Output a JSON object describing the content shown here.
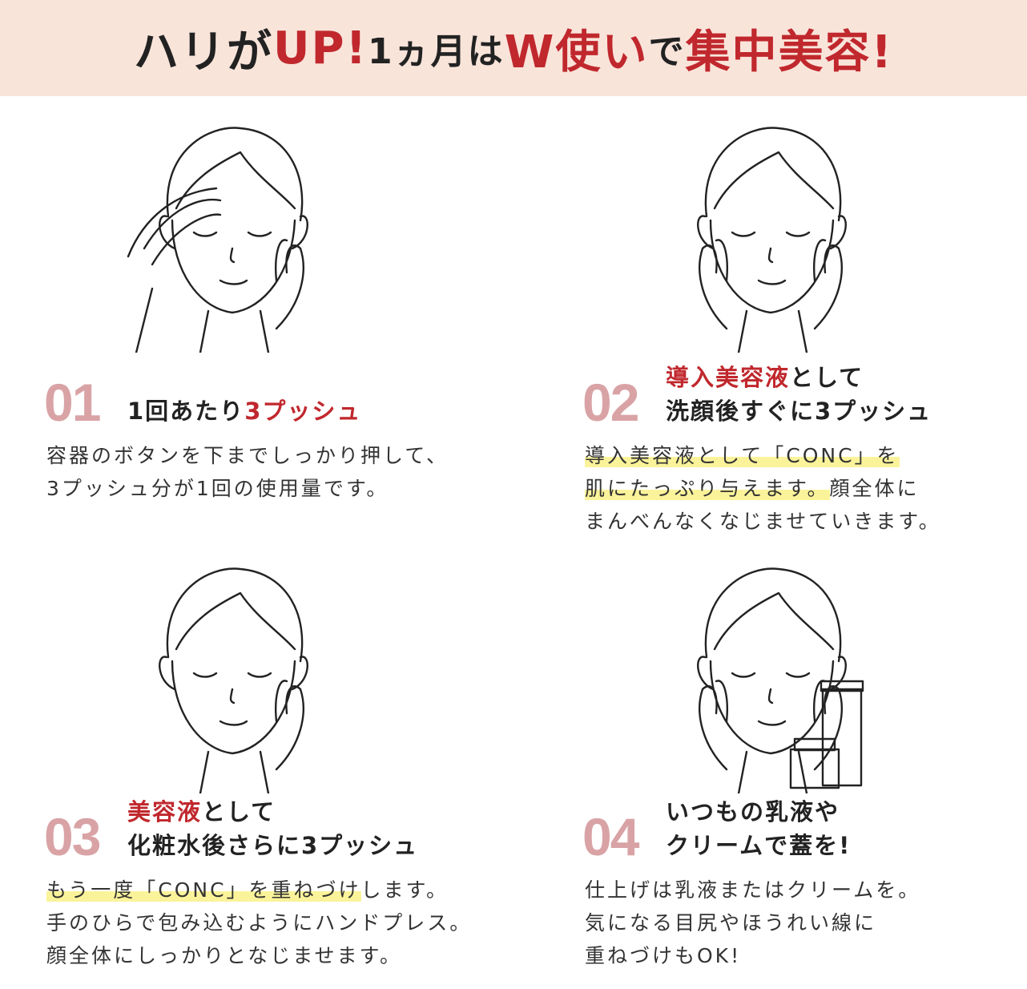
{
  "header": {
    "segments": [
      {
        "text": "ハリが",
        "red": false,
        "small": false
      },
      {
        "text": "UP!",
        "red": true,
        "small": false
      },
      {
        "text": " 1ヵ月は",
        "red": false,
        "small": true
      },
      {
        "text": "W使い",
        "red": true,
        "small": false
      },
      {
        "text": "で",
        "red": false,
        "small": true
      },
      {
        "text": "集中美容!",
        "red": true,
        "small": false
      }
    ]
  },
  "steps": [
    {
      "number": "01",
      "title": [
        [
          {
            "text": "1回あたり",
            "red": false
          },
          {
            "text": "3プッシュ",
            "red": true
          }
        ]
      ],
      "body": [
        [
          {
            "text": "容器のボタンを下までしっかり押して、",
            "hl": false
          }
        ],
        [
          {
            "text": "3プッシュ分が1回の使用量です。",
            "hl": false
          }
        ]
      ]
    },
    {
      "number": "02",
      "title": [
        [
          {
            "text": "導入美容液",
            "red": true
          },
          {
            "text": "として",
            "red": false
          }
        ],
        [
          {
            "text": "洗顔後すぐに3プッシュ",
            "red": false
          }
        ]
      ],
      "body": [
        [
          {
            "text": "導入美容液として「CONC」を",
            "hl": true
          }
        ],
        [
          {
            "text": "肌にたっぷり与えます。",
            "hl": true
          },
          {
            "text": "顔全体に",
            "hl": false
          }
        ],
        [
          {
            "text": "まんべんなくなじませていきます。",
            "hl": false
          }
        ]
      ]
    },
    {
      "number": "03",
      "title": [
        [
          {
            "text": "美容液",
            "red": true
          },
          {
            "text": "として",
            "red": false
          }
        ],
        [
          {
            "text": "化粧水後さらに3プッシュ",
            "red": false
          }
        ]
      ],
      "body": [
        [
          {
            "text": "もう一度「CONC」を重ねづけ",
            "hl": true
          },
          {
            "text": "します。",
            "hl": false
          }
        ],
        [
          {
            "text": "手のひらで包み込むようにハンドプレス。",
            "hl": false
          }
        ],
        [
          {
            "text": "顔全体にしっかりとなじませます。",
            "hl": false
          }
        ]
      ]
    },
    {
      "number": "04",
      "title": [
        [
          {
            "text": "いつもの乳液や",
            "red": false
          }
        ],
        [
          {
            "text": "クリームで蓋を!",
            "red": false
          }
        ]
      ],
      "body": [
        [
          {
            "text": "仕上げは乳液またはクリームを。",
            "hl": false
          }
        ],
        [
          {
            "text": "気になる目尻やほうれい線に",
            "hl": false
          }
        ],
        [
          {
            "text": "重ねづけもOK!",
            "hl": false
          }
        ]
      ]
    }
  ]
}
